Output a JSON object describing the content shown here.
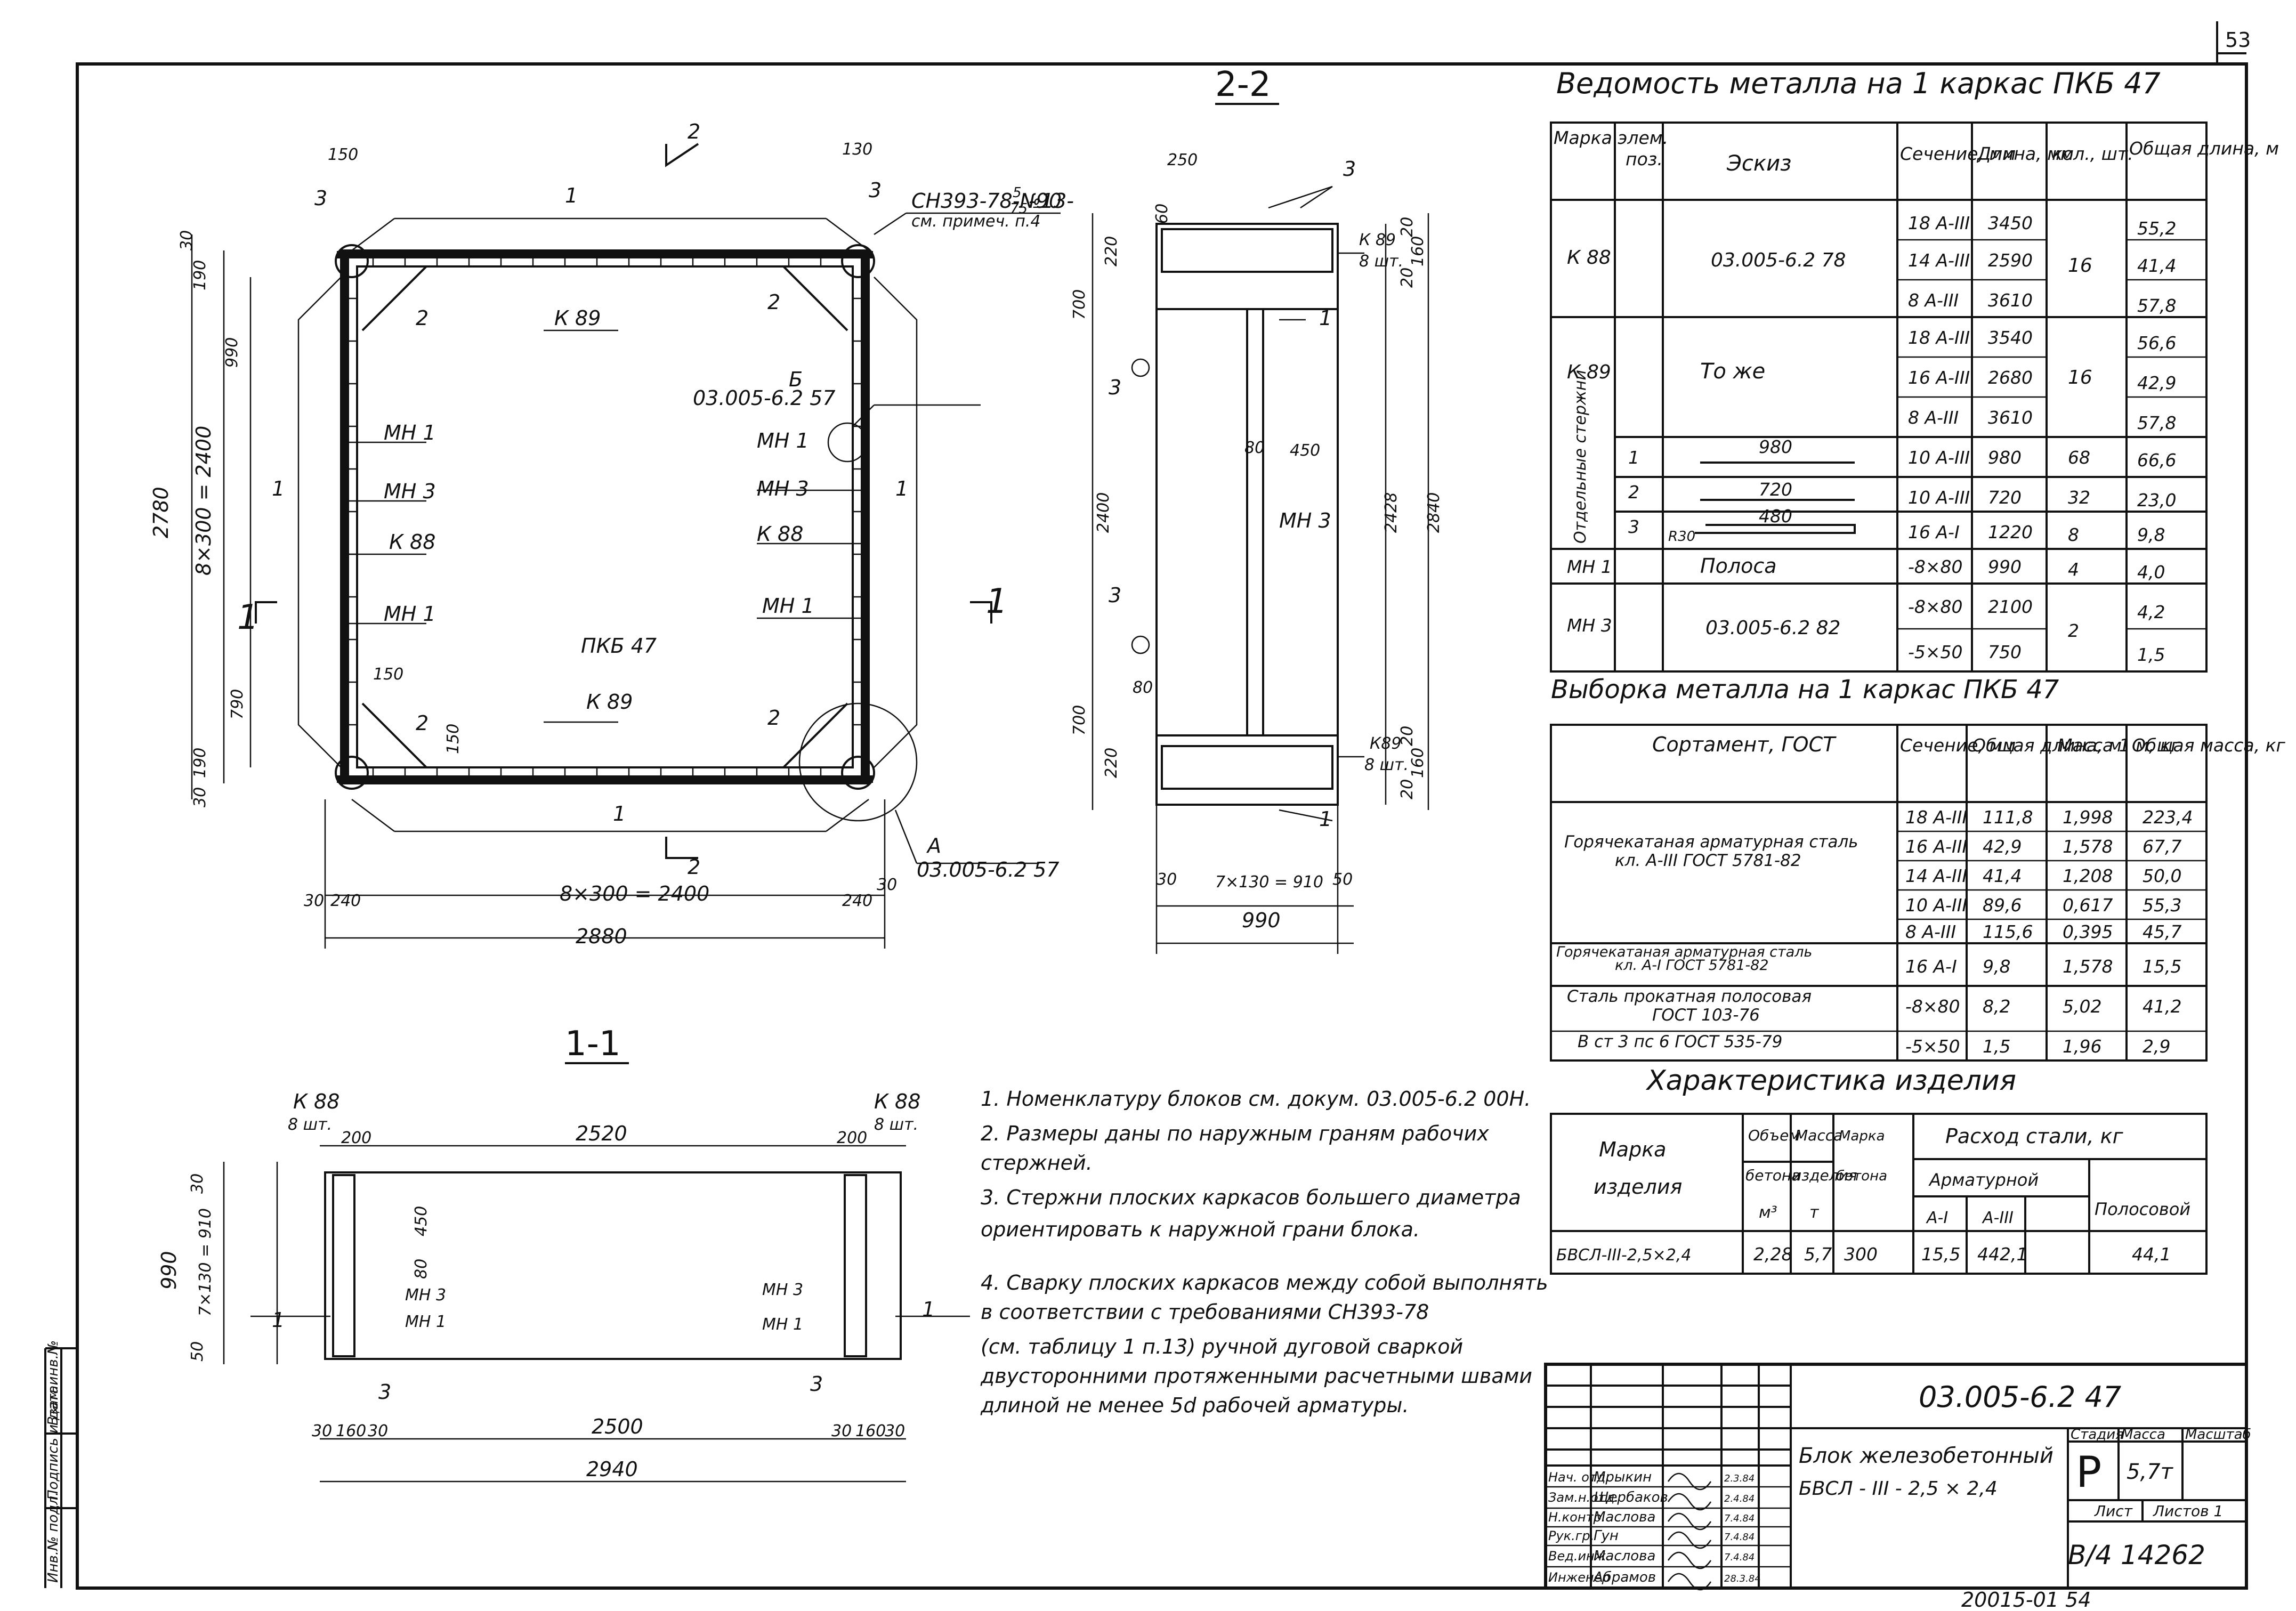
{
  "sheet": {
    "page_number": "53",
    "bottom_code": "20015-01  54",
    "left_stamp": [
      "Инв.№ подл.",
      "Подпись и дата",
      "Взам.инв.№"
    ]
  },
  "section_titles": {
    "s22": "2-2",
    "s11": "1-1"
  },
  "plan": {
    "labels": {
      "marker": "СН393-78-№13-",
      "marker_frac_top": "5",
      "marker_frac_bottom": "75",
      "marker_tail": "-90",
      "marker_note": "см. примеч. п.4",
      "detail_b_letter": "Б",
      "detail_b_ref": "03.005-6.2 57",
      "detail_a_letter": "А",
      "detail_a_ref": "03.005-6.2 57",
      "product": "ПКБ 47",
      "k89_top": "К 89",
      "k89_bot": "К 89",
      "mn1_l1": "МН 1",
      "mn3_l": "МН 3",
      "k88_l": "К 88",
      "mn1_l2": "МН 1",
      "mn1_r1": "МН 1",
      "mn3_r": "МН 3",
      "k88_r": "К 88",
      "mn1_r2": "МН 1",
      "p1_top": "1",
      "p1_bot": "1",
      "p1_left": "1",
      "p1_right": "1",
      "p2_a": "2",
      "p2_b": "2",
      "p2_c": "2",
      "p2_d": "2",
      "p3_a": "3",
      "p3_b": "3",
      "sec_2a": "2",
      "sec_2b": "2",
      "sec_1a": "1",
      "sec_1b": "1"
    },
    "dims": {
      "d150a": "150",
      "d130": "130",
      "d30a": "30",
      "d190a": "190",
      "d990": "990",
      "d2780": "2780",
      "d8x300v": "8×300 = 2400",
      "d790": "790",
      "d190b": "190",
      "d30b": "30",
      "d150b": "150",
      "d150c": "150",
      "d30c": "30",
      "d240a": "240",
      "d8x300h": "8×300 = 2400",
      "d240b": "240",
      "d30d": "30",
      "d2880": "2880"
    }
  },
  "section22": {
    "dims": {
      "d250": "250",
      "d60": "60",
      "d220a": "220",
      "d700a": "700",
      "d2400": "2400",
      "d700b": "700",
      "d220b": "220",
      "d20a": "20",
      "d160a": "160",
      "d20b": "20",
      "d2428": "2428",
      "d2840": "2840",
      "d20c": "20",
      "d160b": "160",
      "d20d": "20",
      "d80a": "80",
      "d450": "450",
      "d80b": "80",
      "d30": "30",
      "d7x130": "7×130 = 910",
      "d50": "50",
      "d990": "990"
    },
    "labels": {
      "k89_top": "К 89",
      "k89_top_n": "8 шт.",
      "k89_bot": "К89",
      "k89_bot_n": "8 шт.",
      "mn3": "МН 3",
      "p3a": "3",
      "p3b": "3",
      "p3c": "3",
      "p1a": "1",
      "p1b": "1"
    }
  },
  "section11": {
    "dims": {
      "d200a": "200",
      "d2520": "2520",
      "d200b": "200",
      "d30a": "30",
      "d450": "450",
      "d80": "80",
      "d990": "990",
      "d7x130": "7×130 = 910",
      "d50": "50",
      "d30b": "30",
      "d160a": "160",
      "d30c": "30",
      "d2500": "2500",
      "d30d": "30",
      "d160b": "160",
      "d30e": "30",
      "d2940": "2940"
    },
    "labels": {
      "k88_l": "К 88",
      "k88_l_n": "8 шт.",
      "k88_r": "К 88",
      "k88_r_n": "8 шт.",
      "mn3_l": "МН 3",
      "mn1_l": "МН 1",
      "mn3_r": "МН 3",
      "mn1_r": "МН 1",
      "p1l": "1",
      "p1r": "1",
      "p3l": "3",
      "p3r": "3"
    }
  },
  "notes": [
    "1. Номенклатуру                  блоков см. докум. 03.005-6.2 00Н.",
    "2. Размеры даны по наружным граням рабочих",
    "    стержней.",
    "3. Стержни плоских каркасов большего диаметра",
    "    ориентировать к наружной грани блока.",
    "4. Сварку плоских каркасов между собой выполнять",
    "    в соответствии с требованиями СН393-78",
    "    (см. таблицу 1 п.13) ручной дуговой сваркой",
    "    двусторонними протяженными расчетными швами",
    "    длиной не менее 5d рабочей арматуры."
  ],
  "vedomost": {
    "title": "Ведомость металла на 1 каркас ПКБ 47",
    "headers": [
      "Марка элем.",
      "поз.",
      "Эскиз",
      "Сечение, мм",
      "Длина, мм",
      "кол., шт.",
      "Общая длина, м"
    ],
    "groups": [
      {
        "mark": "К 88",
        "pos": "",
        "sketch": "03.005-6.2 78",
        "qty": "16",
        "rows": [
          [
            "18 А-III",
            "3450",
            "55,2"
          ],
          [
            "14 А-III",
            "2590",
            "41,4"
          ],
          [
            "8 А-III",
            "3610",
            "57,8"
          ]
        ]
      },
      {
        "mark": "К 89",
        "pos": "",
        "sketch": "То же",
        "qty": "16",
        "rows": [
          [
            "18 А-III",
            "3540",
            "56,6"
          ],
          [
            "16 А-III",
            "2680",
            "42,9"
          ],
          [
            "8 А-III",
            "3610",
            "57,8"
          ]
        ]
      }
    ],
    "bars_label": "Отдельные стержни",
    "bars": [
      {
        "pos": "1",
        "sketch": "980",
        "sec": "10 А-III",
        "len": "980",
        "qty": "68",
        "total": "66,6"
      },
      {
        "pos": "2",
        "sketch": "720",
        "sec": "10 А-III",
        "len": "720",
        "qty": "32",
        "total": "23,0"
      },
      {
        "pos": "3",
        "sketch": "480",
        "sketch2": "R30",
        "sec": "16 А-I",
        "len": "1220",
        "qty": "8",
        "total": "9,8"
      }
    ],
    "mn1": {
      "mark": "МН 1",
      "sketch": "Полоса",
      "sec": "-8×80",
      "len": "990",
      "qty": "4",
      "total": "4,0"
    },
    "mn3": {
      "mark": "МН 3",
      "sketch": "03.005-6.2 82",
      "qty": "2",
      "rows": [
        [
          "-8×80",
          "2100",
          "4,2"
        ],
        [
          "-5×50",
          "750",
          "1,5"
        ]
      ]
    }
  },
  "vyborka": {
    "title": "Выборка металла на 1 каркас ПКБ 47",
    "headers": [
      "Сортамент, ГОСТ",
      "Сечение, мм",
      "Общая длина, м",
      "Масса 1 м, кг",
      "Общая масса, кг"
    ],
    "g1_name": [
      "Горячекатаная арматурная сталь",
      "кл. А-III  ГОСТ 5781-82"
    ],
    "g1_rows": [
      [
        "18 А-III",
        "111,8",
        "1,998",
        "223,4"
      ],
      [
        "16 А-III",
        "42,9",
        "1,578",
        "67,7"
      ],
      [
        "14 А-III",
        "41,4",
        "1,208",
        "50,0"
      ],
      [
        "10 А-III",
        "89,6",
        "0,617",
        "55,3"
      ],
      [
        "8 А-III",
        "115,6",
        "0,395",
        "45,7"
      ]
    ],
    "g2_name": [
      "Горячекатаная арматурная сталь",
      "кл. А-I  ГОСТ 5781-82"
    ],
    "g2_row": [
      "16 А-I",
      "9,8",
      "1,578",
      "15,5"
    ],
    "g3_name": [
      "Сталь прокатная полосовая",
      "ГОСТ 103-76",
      "В ст 3  пс 6  ГОСТ 535-79"
    ],
    "g3_rows": [
      [
        "-8×80",
        "8,2",
        "5,02",
        "41,2"
      ],
      [
        "-5×50",
        "1,5",
        "1,96",
        "2,9"
      ]
    ]
  },
  "harakter": {
    "title": "Характеристика изделия",
    "h_mark": [
      "Марка",
      "изделия"
    ],
    "h_vol": [
      "Объем",
      "бетона",
      "м³"
    ],
    "h_mass": [
      "Масса",
      "изделия",
      "т"
    ],
    "h_concrete": [
      "Марка",
      "бетона"
    ],
    "h_steel": "Расход стали, кг",
    "h_arm": "Арматурной",
    "h_a1": "А-I",
    "h_a3": "А-III",
    "h_strip": "Полосовой",
    "row": [
      "БВСЛ-III-2,5×2,4",
      "2,28",
      "5,7",
      "300",
      "15,5",
      "442,1",
      "",
      "44,1"
    ]
  },
  "titleblock": {
    "code": "03.005-6.2 47",
    "name1": "Блок железобетонный",
    "name2": "БВСЛ - III - 2,5 × 2,4",
    "stage_h": "Стадия",
    "mass_h": "Масса",
    "scale_h": "Масштаб",
    "stage": "Р",
    "mass": "5,7т",
    "sheet_h": "Лист",
    "sheets_h": "Листов 1",
    "inv": "В/4 14262",
    "people": [
      [
        "Нач. отд.",
        "Мрыкин",
        "2.3.84"
      ],
      [
        "Зам.н.отд.",
        "Щербаков",
        "2.4.84"
      ],
      [
        "Н.контр.",
        "Маслова",
        "7.4.84"
      ],
      [
        "Рук.гр.",
        "Гун",
        "7.4.84"
      ],
      [
        "Вед.инж.",
        "Маслова",
        "7.4.84"
      ],
      [
        "Инженер",
        "Абрамов",
        "28.3.84"
      ]
    ]
  }
}
